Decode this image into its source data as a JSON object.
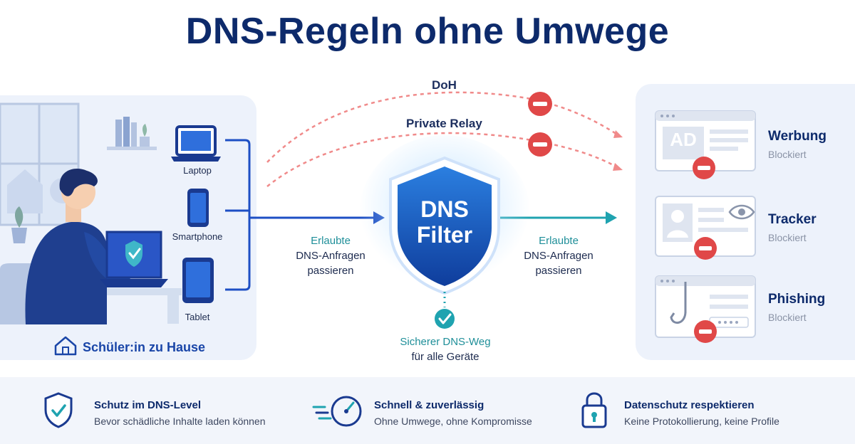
{
  "title": "DNS-Regeln ohne Umwege",
  "home": {
    "label": "Schüler:in zu Hause",
    "icon": "house-icon"
  },
  "devices": [
    {
      "label": "Laptop",
      "icon": "laptop-icon"
    },
    {
      "label": "Smartphone",
      "icon": "smartphone-icon"
    },
    {
      "label": "Tablet",
      "icon": "tablet-icon"
    }
  ],
  "bypass_routes": [
    {
      "label": "DoH",
      "icon": "blocked-icon"
    },
    {
      "label": "Private Relay",
      "icon": "blocked-icon"
    }
  ],
  "flow_in": {
    "line1": "Erlaubte",
    "line2": "DNS-Anfragen",
    "line3": "passieren"
  },
  "flow_out": {
    "line1": "Erlaubte",
    "line2": "DNS-Anfragen",
    "line3": "passieren"
  },
  "filter": {
    "line1": "DNS",
    "line2": "Filter",
    "icon": "shield-icon"
  },
  "safe_path": {
    "line1": "Sicherer DNS-Weg",
    "line2": "für alle Geräte",
    "icon": "check-icon"
  },
  "threats": [
    {
      "title": "Werbung",
      "status": "Blockiert",
      "badge": "AD",
      "icon": "ad-window-icon"
    },
    {
      "title": "Tracker",
      "status": "Blockiert",
      "icon": "tracker-window-icon"
    },
    {
      "title": "Phishing",
      "status": "Blockiert",
      "icon": "phishing-hook-icon"
    }
  ],
  "features": [
    {
      "title": "Schutz im DNS-Level",
      "desc": "Bevor schädliche Inhalte laden können",
      "icon": "shield-check-icon"
    },
    {
      "title": "Schnell & zuverlässig",
      "desc": "Ohne Umwege, ohne Kompromisse",
      "icon": "speedometer-icon"
    },
    {
      "title": "Datenschutz respektieren",
      "desc": "Keine Protokollierung, keine Profile",
      "icon": "padlock-icon"
    }
  ],
  "colors": {
    "navy": "#0d2a6b",
    "flow_blue": "#1d4fc4",
    "teal": "#1fa3b0",
    "blocked_red": "#e04848",
    "panel_bg": "#edf2fb"
  }
}
